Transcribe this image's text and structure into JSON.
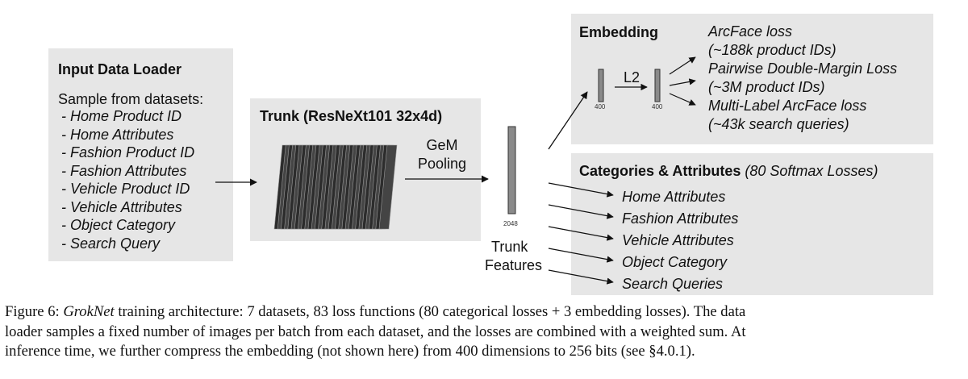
{
  "input_loader": {
    "title": "Input Data Loader",
    "subtitle": "Sample from datasets:",
    "items": [
      "- Home Product ID",
      "- Home Attributes",
      "- Fashion Product ID",
      "- Fashion Attributes",
      "- Vehicle Product ID",
      "- Vehicle Attributes",
      "- Object Category",
      "- Search Query"
    ]
  },
  "trunk": {
    "title": "Trunk (ResNeXt101 32x4d)",
    "pooling_line1": "GeM",
    "pooling_line2": "Pooling"
  },
  "features": {
    "dim": "2048",
    "label_line1": "Trunk",
    "label_line2": "Features"
  },
  "embedding": {
    "title": "Embedding",
    "norm_label": "L2",
    "dim_in": "400",
    "dim_out": "400",
    "losses": [
      "ArcFace loss",
      "(~188k product IDs)",
      "Pairwise Double-Margin Loss",
      "(~3M product IDs)",
      "Multi-Label ArcFace loss",
      "(~43k search queries)"
    ]
  },
  "categories": {
    "title": "Categories & Attributes",
    "title_suffix": "(80 Softmax Losses)",
    "items": [
      "Home Attributes",
      "Fashion Attributes",
      "Vehicle Attributes",
      "Object Category",
      "Search Queries"
    ]
  },
  "caption": {
    "prefix": "Figure 6: ",
    "name": "GrokNet",
    "line1": " training architecture: 7 datasets, 83 loss functions (80 categorical losses + 3 embedding losses). The data",
    "line2": "loader samples a fixed number of images per batch from each dataset, and the losses are combined with a weighted sum. At",
    "line3": "inference time, we further compress the embedding (not shown here) from 400 dimensions to 256 bits (see §4.0.1)."
  }
}
